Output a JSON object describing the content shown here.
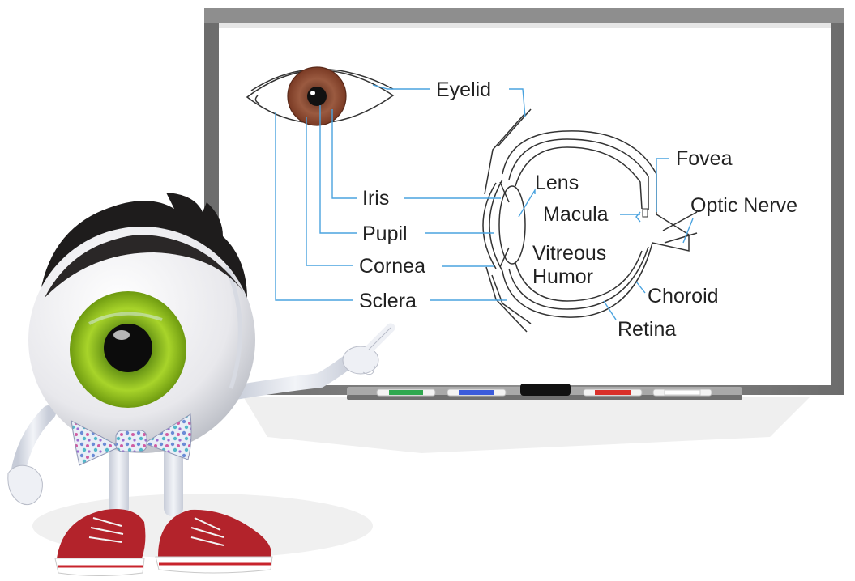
{
  "diagram": {
    "labels": {
      "eyelid": "Eyelid",
      "iris": "Iris",
      "pupil": "Pupil",
      "cornea": "Cornea",
      "sclera": "Sclera",
      "lens": "Lens",
      "macula": "Macula",
      "vitreous_line1": "Vitreous",
      "vitreous_line2": "Humor",
      "fovea": "Fovea",
      "optic_nerve": "Optic Nerve",
      "choroid": "Choroid",
      "retina": "Retina"
    }
  },
  "colors": {
    "whiteboard_frame": "#7b7b7b",
    "leader_line": "#4aa3df",
    "iris_brown": "#8a4a32",
    "mascot_iris": "#8fc21a",
    "hair": "#1e1c1c",
    "shoe_red": "#b3232b",
    "marker_green": "#2fa84f",
    "marker_blue": "#3b5bdb",
    "marker_black": "#111111",
    "marker_red": "#d9302a"
  },
  "icons": {
    "mascot": "eyeball-mascot-icon",
    "markers": [
      "green-marker-icon",
      "blue-marker-icon",
      "black-eraser-icon",
      "red-marker-icon",
      "white-marker-icon"
    ]
  }
}
